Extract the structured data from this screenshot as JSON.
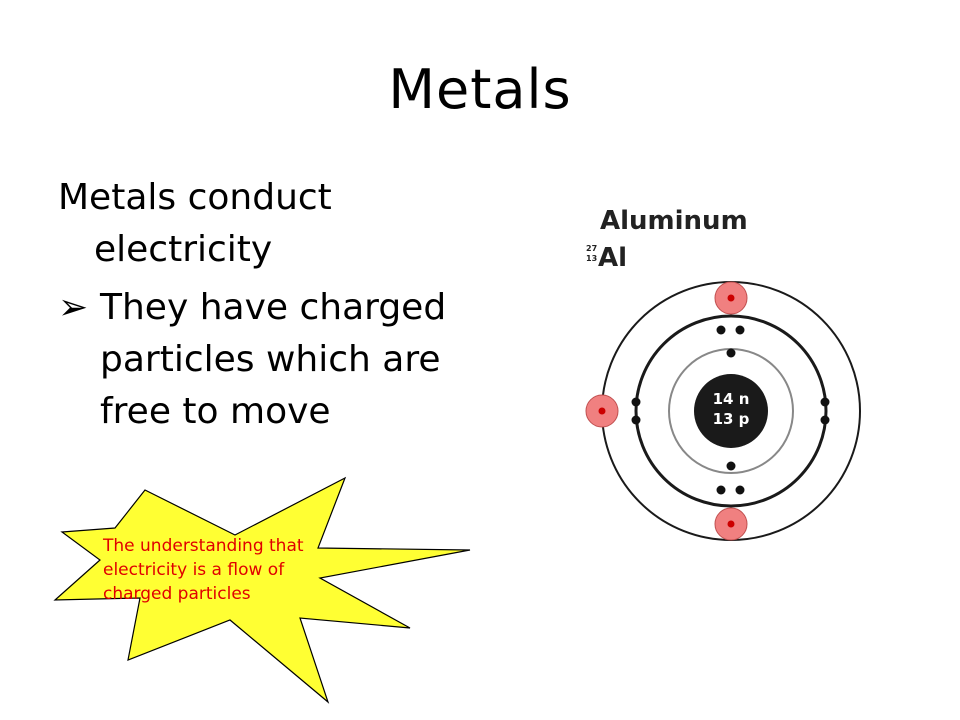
{
  "slide": {
    "title": "Metals",
    "paragraph": "Metals conduct electricity",
    "paragraph_line1": "Metals conduct",
    "paragraph_line2": "electricity",
    "bullet_marker": "➢",
    "bullet": "They have charged particles which are free to move",
    "bullet_line1": "They have charged",
    "bullet_line2": "particles which are",
    "bullet_line3": "free to move"
  },
  "atom": {
    "element_name": "Aluminum",
    "mass_number": "27",
    "atomic_number": "13",
    "symbol": "Al",
    "nucleus_neutrons": "14 n",
    "nucleus_protons": "13 p",
    "shells": [
      2,
      8,
      3
    ],
    "colors": {
      "shell": "#1a1a1a",
      "middle_shell": "#888888",
      "nucleus": "#1a1a1a",
      "electron": "#111111",
      "valence_fill": "#f08080",
      "valence_dot": "#cc0000"
    }
  },
  "callout": {
    "line1": "The understanding that",
    "line2": "electricity is  a flow of",
    "line3": "charged particles",
    "colors": {
      "fill": "#ffff33",
      "stroke": "#000000",
      "text": "#e00000"
    }
  }
}
